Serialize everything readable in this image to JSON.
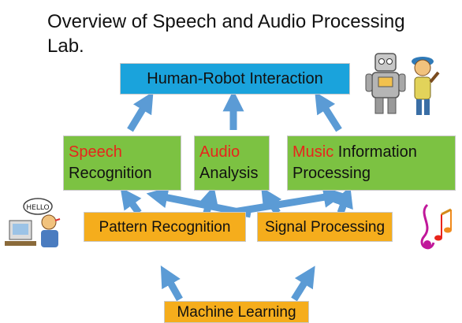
{
  "title": "Overview of Speech and Audio Processing Lab.",
  "nodes": {
    "hri": "Human-Robot Interaction",
    "speech_colored": "Speech",
    "speech_rest": "Recognition",
    "audio_colored": "Audio",
    "audio_rest": "Analysis",
    "music_colored": "Music",
    "music_rest1": " Information",
    "music_rest2": "Processing",
    "pattern": "Pattern Recognition",
    "signal": "Signal Processing",
    "ml": "Machine Learning"
  },
  "clipart": {
    "person_bubble": "HELLO"
  },
  "colors": {
    "top_box": "#1aa3dc",
    "middle_boxes": "#7cc242",
    "bottom_boxes": "#f5ad1c",
    "highlight_text": "#e8241b",
    "arrows": "#5b9bd5"
  }
}
